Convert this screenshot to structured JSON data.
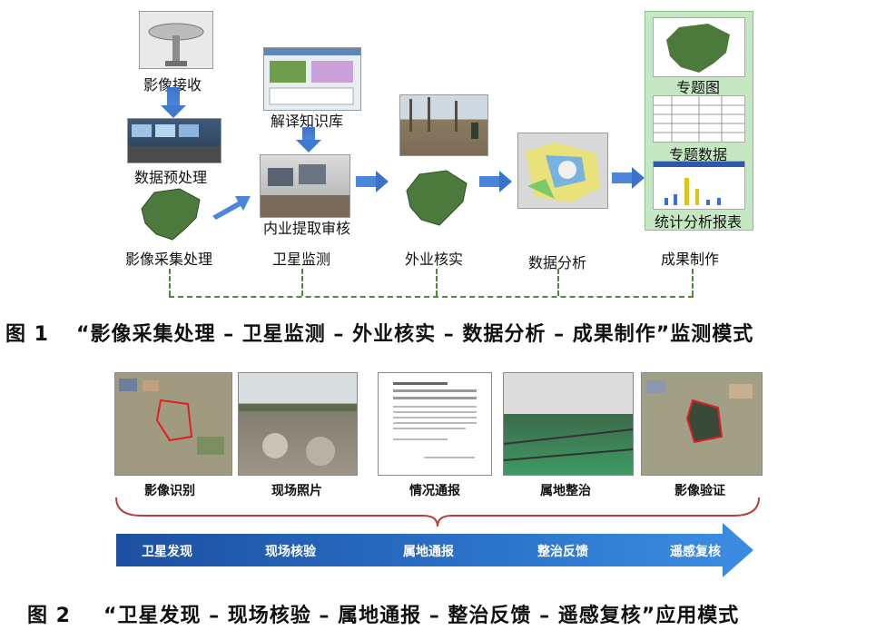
{
  "figure1": {
    "labels": {
      "receive": "影像接收",
      "preprocess": "数据预处理",
      "knowledge_base": "解译知识库",
      "interior_review": "内业提取审核",
      "collect": "影像采集处理",
      "satellite": "卫星监测",
      "field_verify": "外业核实",
      "analysis": "数据分析",
      "output": "成果制作",
      "thematic_map": "专题图",
      "thematic_data": "专题数据",
      "stats_report": "统计分析报表"
    },
    "caption": {
      "number": "图 1",
      "text": "“影像采集处理 – 卫星监测 – 外业核实 – 数据分析 – 成果制作”监测模式"
    }
  },
  "figure2": {
    "photo_labels": [
      "影像识别",
      "现场照片",
      "情况通报",
      "属地整治",
      "影像验证"
    ],
    "band_labels": [
      "卫星发现",
      "现场核验",
      "属地通报",
      "整治反馈",
      "遥感复核"
    ],
    "caption": {
      "number": "图 2",
      "text": "“卫星发现 – 现场核验 – 属地通报 – 整治反馈 – 遥感复核”应用模式"
    }
  },
  "colors": {
    "arrow_blue": "#4a86d9",
    "dashed_green": "#4f8b3b",
    "panel_green": "#c5e8c2",
    "band_blue": "#2b72c9",
    "bracket_red": "#b3403a"
  }
}
